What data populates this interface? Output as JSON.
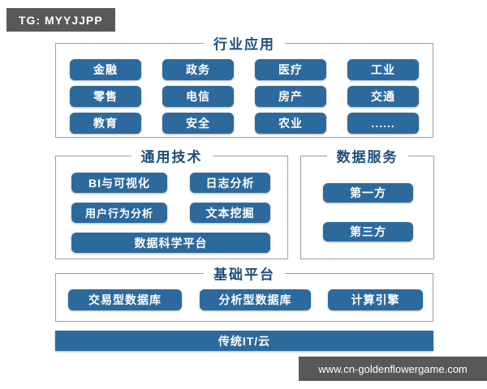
{
  "badges": {
    "tg": "TG: MYYJJPP",
    "watermark": "www.cn-goldenflowergame.com"
  },
  "colors": {
    "box_blue": "#2c6a9d",
    "title_blue": "#1d4e79",
    "panel_border": "#9aa1a8",
    "badge_gray": "#57585a",
    "background": "#ffffff"
  },
  "sections": {
    "industry": {
      "title": "行业应用",
      "items": [
        "金融",
        "政务",
        "医疗",
        "工业",
        "零售",
        "电信",
        "房产",
        "交通",
        "教育",
        "安全",
        "农业",
        "......"
      ]
    },
    "general_tech": {
      "title": "通用技术",
      "items": [
        "BI与可视化",
        "日志分析",
        "用户行为分析",
        "文本挖掘",
        "数据科学平台"
      ]
    },
    "data_services": {
      "title": "数据服务",
      "items": [
        "第一方",
        "第三方"
      ]
    },
    "base_platform": {
      "title": "基础平台",
      "items": [
        "交易型数据库",
        "分析型数据库",
        "计算引擎"
      ]
    },
    "infra_bar": {
      "label": "传统IT/云"
    }
  }
}
